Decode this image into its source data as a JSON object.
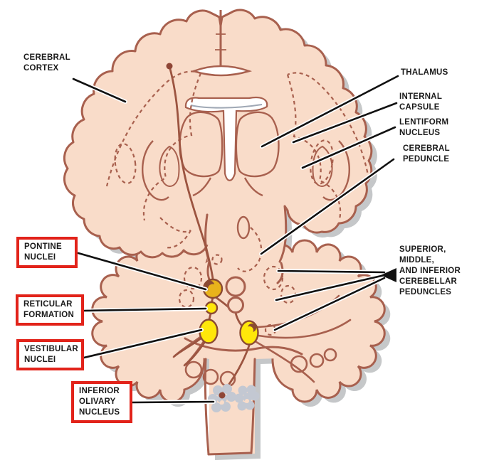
{
  "colors": {
    "background": "#FFFFFF",
    "brain_fill": "#F9DCC9",
    "outline_brown": "#A8604E",
    "pathway_brown": "#9C5440",
    "nucleus_yellow": "#FFE70A",
    "nucleus_amber": "#E9B31B",
    "olive_gray": "#C3C8D2",
    "shadow_gray": "#BCBEC0",
    "highlight_box_red": "#E2231A",
    "label_text": "#1A1A1A",
    "leader_line": "#111111",
    "ventricle_white": "#FFFFFF"
  },
  "labels": {
    "cerebral_cortex": {
      "text": "CEREBRAL\nCORTEX",
      "boxed": false
    },
    "thalamus": {
      "text": "THALAMUS",
      "boxed": false
    },
    "internal_capsule": {
      "text": "INTERNAL\nCAPSULE",
      "boxed": false
    },
    "lentiform_nucleus": {
      "text": "LENTIFORM\nNUCLEUS",
      "boxed": false
    },
    "cerebral_peduncle": {
      "text": "CEREBRAL\nPEDUNCLE",
      "boxed": false
    },
    "cerebellar_peduncles": {
      "text": "SUPERIOR,\nMIDDLE,\nAND INFERIOR\nCEREBELLAR\nPEDUNCLES",
      "boxed": false
    },
    "pontine_nuclei": {
      "text": "PONTINE\nNUCLEI",
      "boxed": true
    },
    "reticular_formation": {
      "text": "RETICULAR\nFORMATION",
      "boxed": true
    },
    "vestibular_nuclei": {
      "text": "VESTIBULAR\nNUCLEI",
      "boxed": true
    },
    "inferior_olivary_nucleus": {
      "text": "INFERIOR\nOLIVARY\nNUCLEUS",
      "boxed": true
    }
  }
}
